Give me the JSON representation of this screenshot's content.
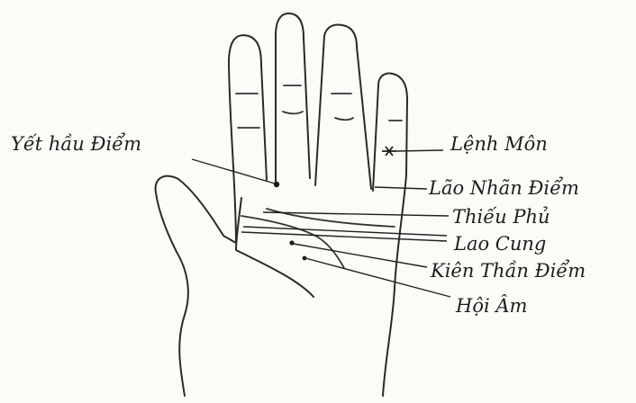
{
  "labels": {
    "yet_hau_diem": "Yết hầu Điểm",
    "lenh_mon": "Lệnh Môn",
    "lao_nhan_diem": "Lão Nhãn Điểm",
    "thieu_phu": "Thiếu Phủ",
    "lao_cung": "Lao Cung",
    "kien_than_diem": "Kiên Thần Điểm",
    "hoi_am": "Hội Âm"
  }
}
